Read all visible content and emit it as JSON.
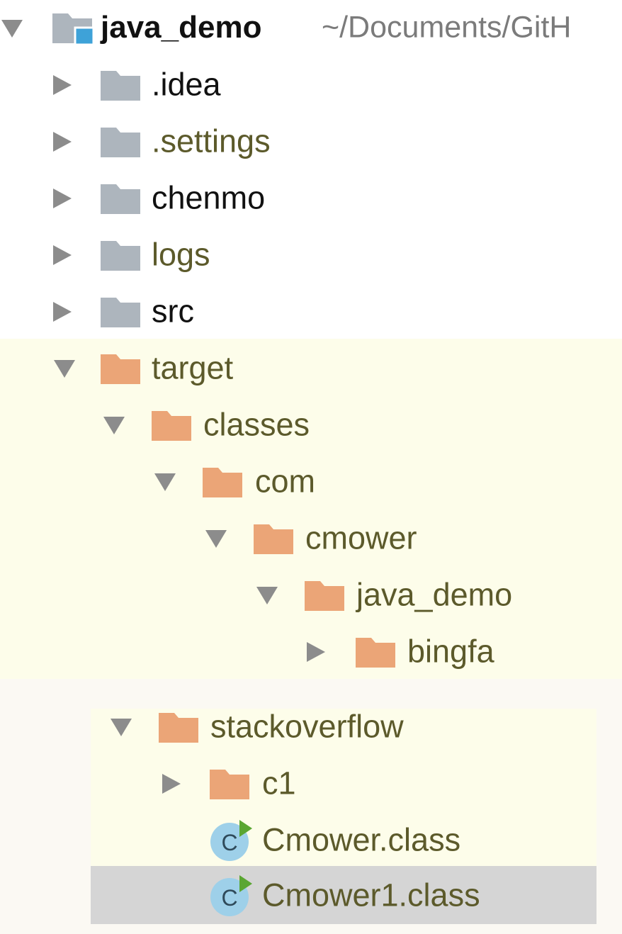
{
  "project": {
    "name": "java_demo",
    "path": "~/Documents/GitH"
  },
  "tree": {
    "idea": ".idea",
    "settings": ".settings",
    "chenmo": "chenmo",
    "logs": "logs",
    "src": "src",
    "target": "target",
    "classes": "classes",
    "com": "com",
    "cmower": "cmower",
    "java_demo_pkg": "java_demo",
    "bingfa": "bingfa",
    "stackoverflow": "stackoverflow",
    "c1": "c1",
    "cmower_class": "Cmower.class",
    "cmower1_class": "Cmower1.class"
  },
  "colors": {
    "gray_folder": "#adb5bd",
    "excluded_folder": "#eba577",
    "module_accent": "#3ea2d8",
    "class_icon": "#9ed0e9",
    "run_badge": "#5aa632",
    "excluded_text": "#5c5a2b",
    "highlight_band": "#fdfdea",
    "selection": "#d5d5d5"
  }
}
